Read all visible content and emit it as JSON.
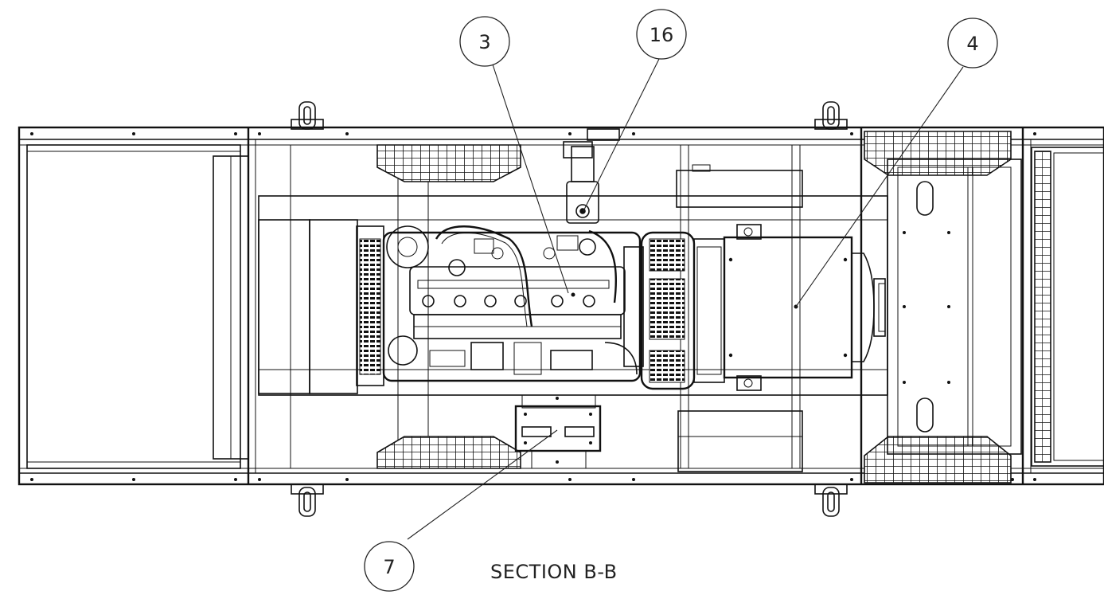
{
  "view": {
    "caption": "SECTION B-B",
    "colors": {
      "line": "#111111",
      "background": "#ffffff"
    }
  },
  "balloons": [
    {
      "id": "3",
      "label": "3"
    },
    {
      "id": "16",
      "label": "16"
    },
    {
      "id": "4",
      "label": "4"
    },
    {
      "id": "7",
      "label": "7"
    }
  ]
}
